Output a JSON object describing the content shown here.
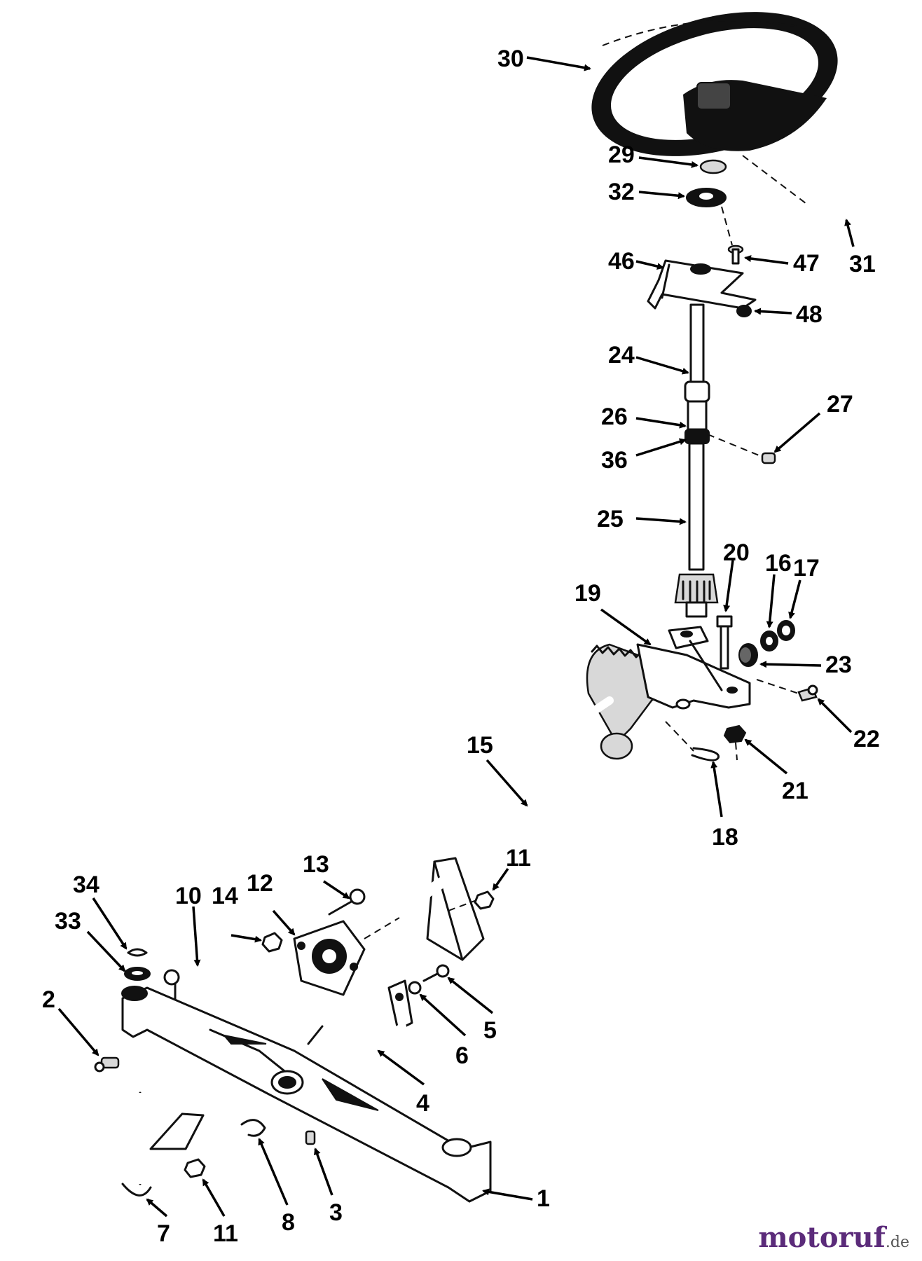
{
  "diagram": {
    "callouts": [
      {
        "id": "30",
        "label": "30"
      },
      {
        "id": "29",
        "label": "29"
      },
      {
        "id": "32",
        "label": "32"
      },
      {
        "id": "31",
        "label": "31"
      },
      {
        "id": "46",
        "label": "46"
      },
      {
        "id": "47",
        "label": "47"
      },
      {
        "id": "48",
        "label": "48"
      },
      {
        "id": "24",
        "label": "24"
      },
      {
        "id": "26",
        "label": "26"
      },
      {
        "id": "27",
        "label": "27"
      },
      {
        "id": "36",
        "label": "36"
      },
      {
        "id": "25",
        "label": "25"
      },
      {
        "id": "20",
        "label": "20"
      },
      {
        "id": "16",
        "label": "16"
      },
      {
        "id": "17",
        "label": "17"
      },
      {
        "id": "19",
        "label": "19"
      },
      {
        "id": "23",
        "label": "23"
      },
      {
        "id": "22",
        "label": "22"
      },
      {
        "id": "21",
        "label": "21"
      },
      {
        "id": "18",
        "label": "18"
      },
      {
        "id": "15",
        "label": "15"
      },
      {
        "id": "11a",
        "label": "11"
      },
      {
        "id": "13",
        "label": "13"
      },
      {
        "id": "12",
        "label": "12"
      },
      {
        "id": "14",
        "label": "14"
      },
      {
        "id": "10",
        "label": "10"
      },
      {
        "id": "34",
        "label": "34"
      },
      {
        "id": "33",
        "label": "33"
      },
      {
        "id": "2",
        "label": "2"
      },
      {
        "id": "5",
        "label": "5"
      },
      {
        "id": "6",
        "label": "6"
      },
      {
        "id": "4",
        "label": "4"
      },
      {
        "id": "1",
        "label": "1"
      },
      {
        "id": "3",
        "label": "3"
      },
      {
        "id": "8",
        "label": "8"
      },
      {
        "id": "11b",
        "label": "11"
      },
      {
        "id": "7",
        "label": "7"
      }
    ]
  },
  "watermark": {
    "text": "motoruf",
    "tld": ".de"
  }
}
